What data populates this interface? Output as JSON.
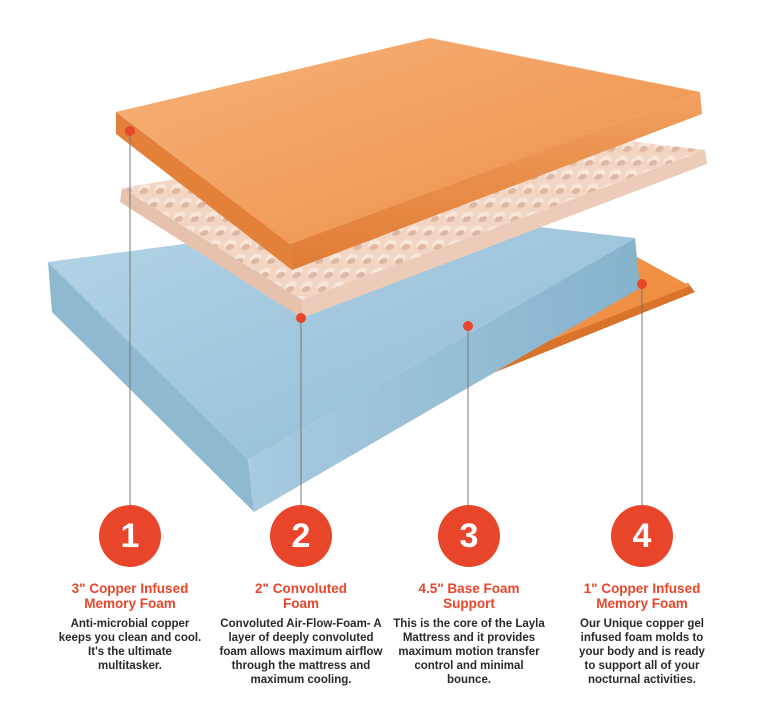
{
  "colors": {
    "accent": "#e8452a",
    "memory_foam": "#f19a58",
    "convoluted_foam": "#f3d8c7",
    "base_foam": "#9fc4da",
    "bottom_foam": "#f0893d"
  },
  "layers": [
    {
      "number": "1",
      "title_line1": "3\" Copper Infused",
      "title_line2": "Memory Foam",
      "description_lines": [
        "Anti-microbial copper",
        "keeps you clean and cool.",
        "It's the ultimate",
        "multitasker."
      ]
    },
    {
      "number": "2",
      "title_line1": "2\" Convoluted",
      "title_line2": "Foam",
      "description_lines": [
        "Convoluted Air-Flow-Foam- A",
        "layer of deeply convoluted",
        "foam allows maximum airflow",
        "through the mattress and",
        "maximum cooling."
      ]
    },
    {
      "number": "3",
      "title_line1": "4.5\" Base Foam",
      "title_line2": "Support",
      "description_lines": [
        "This is the core of the Layla",
        "Mattress and it provides",
        "maximum motion transfer",
        "control and minimal",
        "bounce."
      ]
    },
    {
      "number": "4",
      "title_line1": "1\" Copper Infused",
      "title_line2": "Memory Foam",
      "description_lines": [
        "Our Unique copper gel",
        "infused foam molds to",
        "your body and is ready",
        "to support all of your",
        "nocturnal activities."
      ]
    }
  ]
}
